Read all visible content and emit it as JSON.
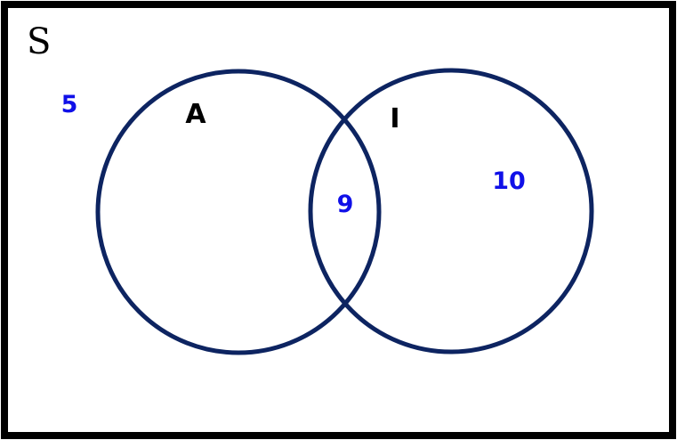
{
  "venn": {
    "universe_label": "S",
    "sets": [
      {
        "label": "A"
      },
      {
        "label": "I"
      }
    ],
    "regions": {
      "outside": "5",
      "only_a": "",
      "intersection": "9",
      "only_i": "10"
    }
  },
  "colors": {
    "border": "#000000",
    "circle_stroke": "#0d2461",
    "count_text": "#1010e8",
    "set_label_text": "#000000"
  }
}
